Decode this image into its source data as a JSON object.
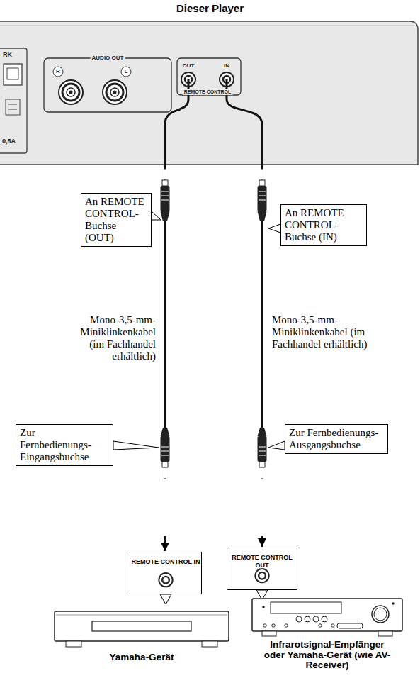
{
  "diagram": {
    "title": "Dieser Player",
    "nodes": [
      {
        "text": [
          "Dieser Player"
        ]
      },
      {
        "text": [
          "An REMOTE CONTROL-Buchse (OUT)"
        ]
      },
      {
        "text": [
          "An REMOTE CONTROL-Buchse (IN)"
        ]
      },
      {
        "text": [
          "Zur Fernbedienungs-Eingangsbuchse"
        ]
      },
      {
        "text": [
          "Zur Fernbedienungs-Ausgangsbuchse"
        ]
      },
      {
        "text": [
          "REMOTE CONTROL IN"
        ]
      },
      {
        "text": [
          "REMOTE CONTROL OUT"
        ]
      },
      {
        "text": [
          "Yamaha-Gerät"
        ]
      },
      {
        "text": [
          "Infrarotsignal-Empfänger oder Yamaha-Gerät (wie AV-Receiver)"
        ]
      }
    ],
    "edges": [
      {
        "from": 0,
        "to": 5,
        "arrow": "to"
      },
      {
        "from": 0,
        "to": 6,
        "arrow": "to"
      }
    ],
    "labels": [
      "RK",
      "0,5A",
      "AUDIO OUT",
      "R",
      "L",
      "OUT",
      "IN",
      "REMOTE CONTROL",
      "Mono-3,5-mm-Miniklinkenkabel (im Fachhandel erhältlich)",
      "Mono-3,5-mm-Miniklinkenkabel (im Fachhandel erhältlich)"
    ]
  }
}
